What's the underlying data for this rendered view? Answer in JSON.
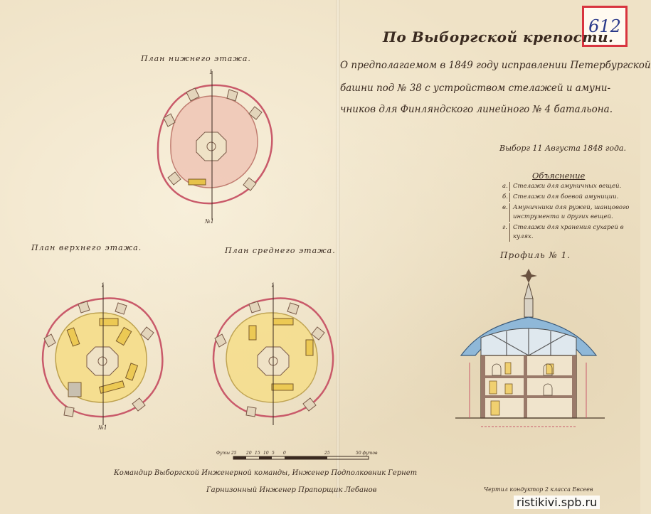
{
  "stamp": {
    "number": "612"
  },
  "header": {
    "title": "По Выборгской крепости.",
    "description_lines": [
      "О предполагаемом в 1849 году исправлении Петербургской",
      "башни под № 38 с устройством стелажей и амуни-",
      "чников для Финляндского линейного № 4 батальона."
    ],
    "date": "Выборг 11 Августа 1848 года."
  },
  "legend": {
    "title": "Объяснение",
    "items": [
      {
        "key": "а.",
        "text": "Стелажи для амуничных вещей."
      },
      {
        "key": "б.",
        "text": "Стелажи для боевой амуниции."
      },
      {
        "key": "в.",
        "text": "Амуничники для ружей, шанцового инструмента и других вещей."
      },
      {
        "key": "г.",
        "text": "Стелажи для хранения сухарей в кулях."
      }
    ]
  },
  "plans": {
    "lower_title": "План нижнего этажа.",
    "upper_title": "План верхнего этажа.",
    "middle_title": "План среднего этажа.",
    "profile_title": "Профиль № 1."
  },
  "scale": {
    "labels": [
      "Футы 25",
      "20",
      "15",
      "10",
      "5",
      "0",
      "25",
      "50 футов"
    ]
  },
  "signatures": {
    "line1": "Командир Выборгской Инженерной команды, Инженер Подполковник Гернет",
    "line2": "Гарнизонный Инженер Прапорщик Лебанов",
    "drafter": "Чертил кондуктор 2 класса Евсеев"
  },
  "watermark": "ristikivi.spb.ru",
  "colors": {
    "paper": "#efe2c6",
    "wall_red": "#c95a6a",
    "floor_pink": "#f0c6b6",
    "floor_yellow": "#f6de8a",
    "roof_blue": "#6aa0c8",
    "stamp_red": "#d8343f",
    "stamp_ink": "#2a3a8a"
  }
}
